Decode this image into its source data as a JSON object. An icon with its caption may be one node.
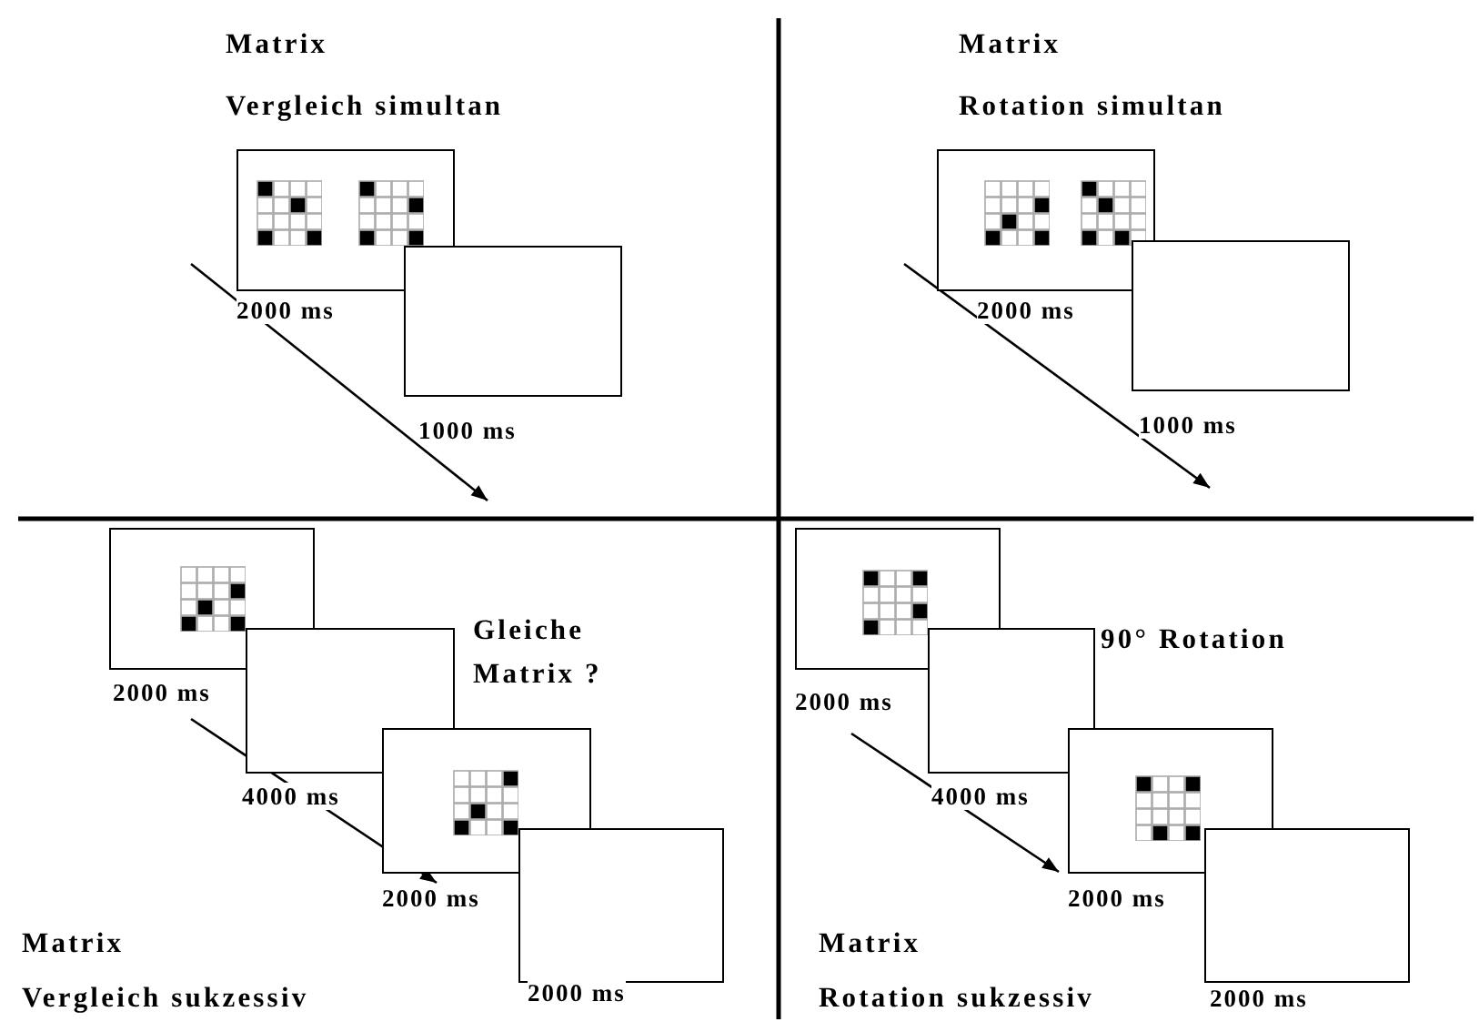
{
  "diagram": {
    "nodes": [
      {
        "text": [],
        "shape": "box",
        "beside": [
          "2000 ms"
        ]
      },
      {
        "text": [],
        "shape": "picture",
        "in": 0
      },
      {
        "text": [],
        "shape": "picture",
        "in": 0
      },
      {
        "text": [],
        "shape": "box",
        "beside": [
          "1000 ms"
        ]
      },
      {
        "text": [],
        "shape": "box",
        "beside": [
          "2000 ms"
        ]
      },
      {
        "text": [],
        "shape": "picture",
        "in": 4
      },
      {
        "text": [],
        "shape": "picture",
        "in": 4
      },
      {
        "text": [],
        "shape": "box",
        "beside": [
          "1000 ms"
        ]
      },
      {
        "text": [],
        "shape": "box",
        "beside": [
          "2000 ms"
        ]
      },
      {
        "text": [],
        "shape": "picture",
        "in": 8
      },
      {
        "text": [],
        "shape": "box",
        "beside": [
          "4000 ms"
        ]
      },
      {
        "text": [],
        "shape": "box",
        "beside": [
          "2000 ms"
        ]
      },
      {
        "text": [],
        "shape": "picture",
        "in": 11
      },
      {
        "text": [],
        "shape": "box",
        "beside": [
          "2000 ms"
        ]
      },
      {
        "text": [],
        "shape": "box",
        "beside": [
          "2000 ms"
        ]
      },
      {
        "text": [],
        "shape": "picture",
        "in": 14
      },
      {
        "text": [],
        "shape": "box",
        "beside": [
          "4000 ms"
        ]
      },
      {
        "text": [],
        "shape": "box",
        "beside": [
          "2000 ms"
        ]
      },
      {
        "text": [],
        "shape": "picture",
        "in": 17
      },
      {
        "text": [],
        "shape": "box",
        "beside": [
          "2000 ms"
        ]
      }
    ],
    "labels": [
      "Matrix",
      "Vergleich simultan",
      "Matrix",
      "Rotation simultan",
      "Gleiche Matrix ?",
      "90° Rotation",
      "Matrix",
      "Vergleich sukzessiv",
      "Matrix",
      "Rotation sukzessiv"
    ]
  }
}
